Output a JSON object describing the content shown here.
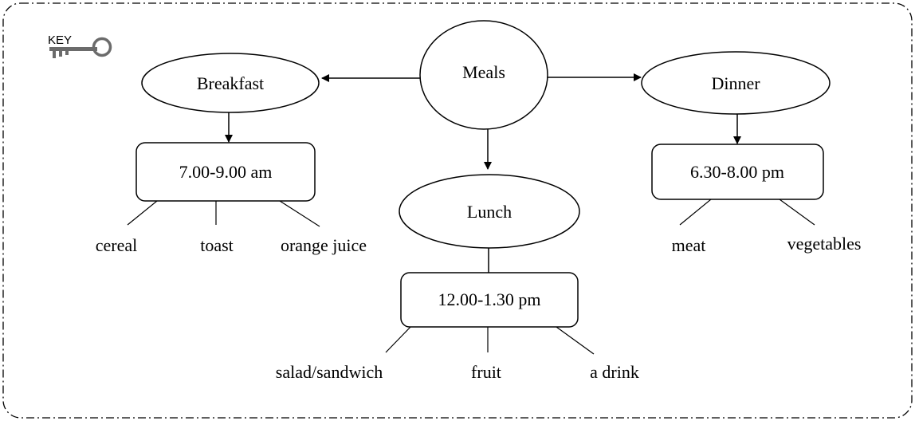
{
  "key": {
    "label": "KEY"
  },
  "nodes": {
    "meals": "Meals",
    "breakfast": "Breakfast",
    "lunch": "Lunch",
    "dinner": "Dinner"
  },
  "times": {
    "breakfast": "7.00-9.00 am",
    "lunch": "12.00-1.30 pm",
    "dinner": "6.30-8.00 pm"
  },
  "items": {
    "breakfast": [
      "cereal",
      "toast",
      "orange juice"
    ],
    "lunch": [
      "salad/sandwich",
      "fruit",
      "a drink"
    ],
    "dinner": [
      "meat",
      "vegetables"
    ]
  },
  "colors": {
    "stroke": "#000000",
    "key_icon": "#6b6b6b"
  }
}
